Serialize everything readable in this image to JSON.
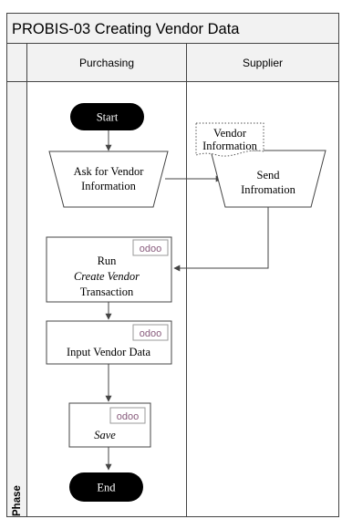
{
  "title": "PROBIS-03 Creating Vendor Data",
  "lanes": {
    "purchasing": "Purchasing",
    "supplier": "Supplier"
  },
  "phase_label": "Phase",
  "nodes": {
    "start": "Start",
    "ask_line1": "Ask for Vendor",
    "ask_line2": "Information",
    "doc_line1": "Vendor",
    "doc_line2": "Information",
    "send_line1": "Send",
    "send_line2": "Infromation",
    "run_line1": "Run",
    "run_line2": "Create Vendor",
    "run_line3": "Transaction",
    "input_label": "Input Vendor Data",
    "save_label": "Save",
    "end": "End"
  },
  "logo_text": "odoo",
  "colors": {
    "header_fill": "#f2f2f2",
    "terminal_fill": "#000000",
    "logo_purple": "#875a7b",
    "logo_gray": "#8f8f8f",
    "stroke": "#444444"
  }
}
